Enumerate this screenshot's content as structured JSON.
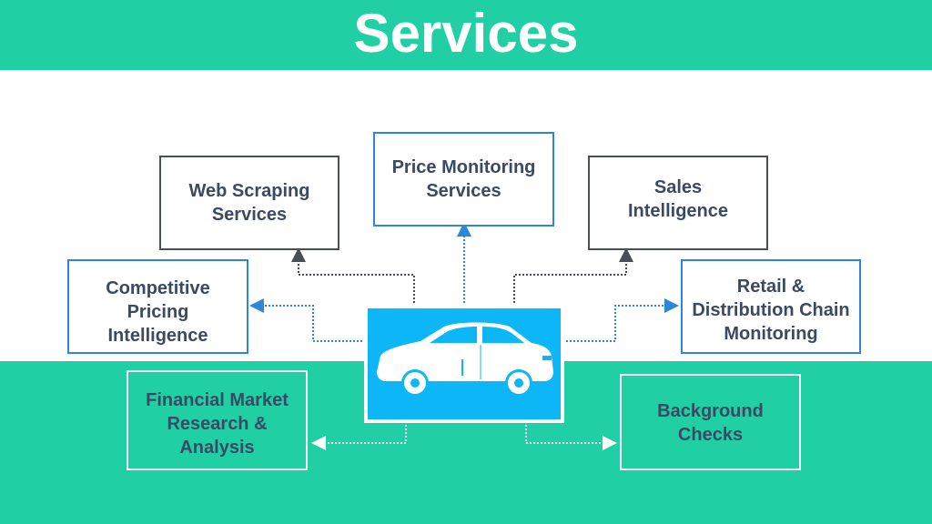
{
  "title": "Services",
  "colors": {
    "accent": "#20cfa3",
    "hub": "#0db6f7",
    "blue_border": "#2e86d8",
    "gray_border": "#4a4f57",
    "text": "#3a4a63"
  },
  "hub_icon": "car-icon",
  "services": {
    "web_scraping": "Web Scraping\nServices",
    "price_monitoring": "Price Monitoring\nServices",
    "sales_intelligence": "Sales\nIntelligence",
    "competitive_pricing": "Competitive\nPricing\nIntelligence",
    "retail_distribution": "Retail &\nDistribution Chain\nMonitoring",
    "financial_market": "Financial Market\nResearch &\nAnalysis",
    "background_checks": "Background\nChecks"
  }
}
